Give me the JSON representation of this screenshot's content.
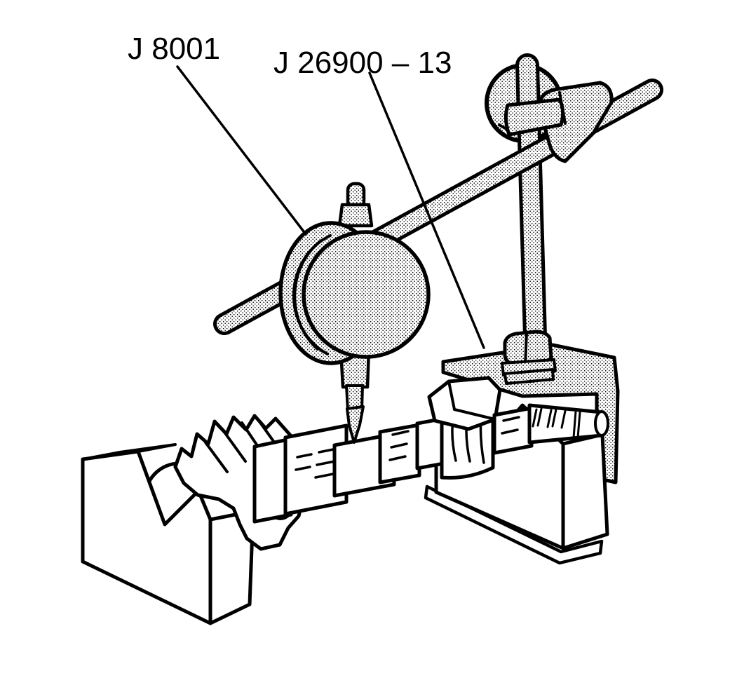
{
  "figure": {
    "type": "technical-illustration",
    "background_color": "#ffffff",
    "line_color": "#000000",
    "labels": {
      "dial_indicator": "J 8001",
      "indicator_stand": "J 26900 – 13"
    }
  }
}
